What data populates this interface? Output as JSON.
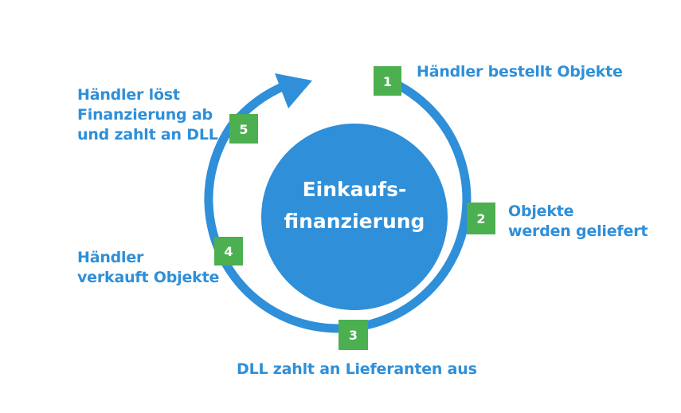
{
  "center": {
    "line1": "Einkaufs-",
    "line2": "finanzierung"
  },
  "steps": [
    {
      "number": "1",
      "lines": [
        "Händler bestellt Objekte"
      ]
    },
    {
      "number": "2",
      "lines": [
        "Objekte",
        "werden geliefert"
      ]
    },
    {
      "number": "3",
      "lines": [
        "DLL zahlt an Lieferanten aus"
      ]
    },
    {
      "number": "4",
      "lines": [
        "Händler",
        "verkauft Objekte"
      ]
    },
    {
      "number": "5",
      "lines": [
        "Händler löst",
        "Finanzierung ab",
        "und zahlt an DLL"
      ]
    }
  ],
  "colors": {
    "blue": "#2f8fd8",
    "green": "#4caf50",
    "white": "#ffffff"
  }
}
